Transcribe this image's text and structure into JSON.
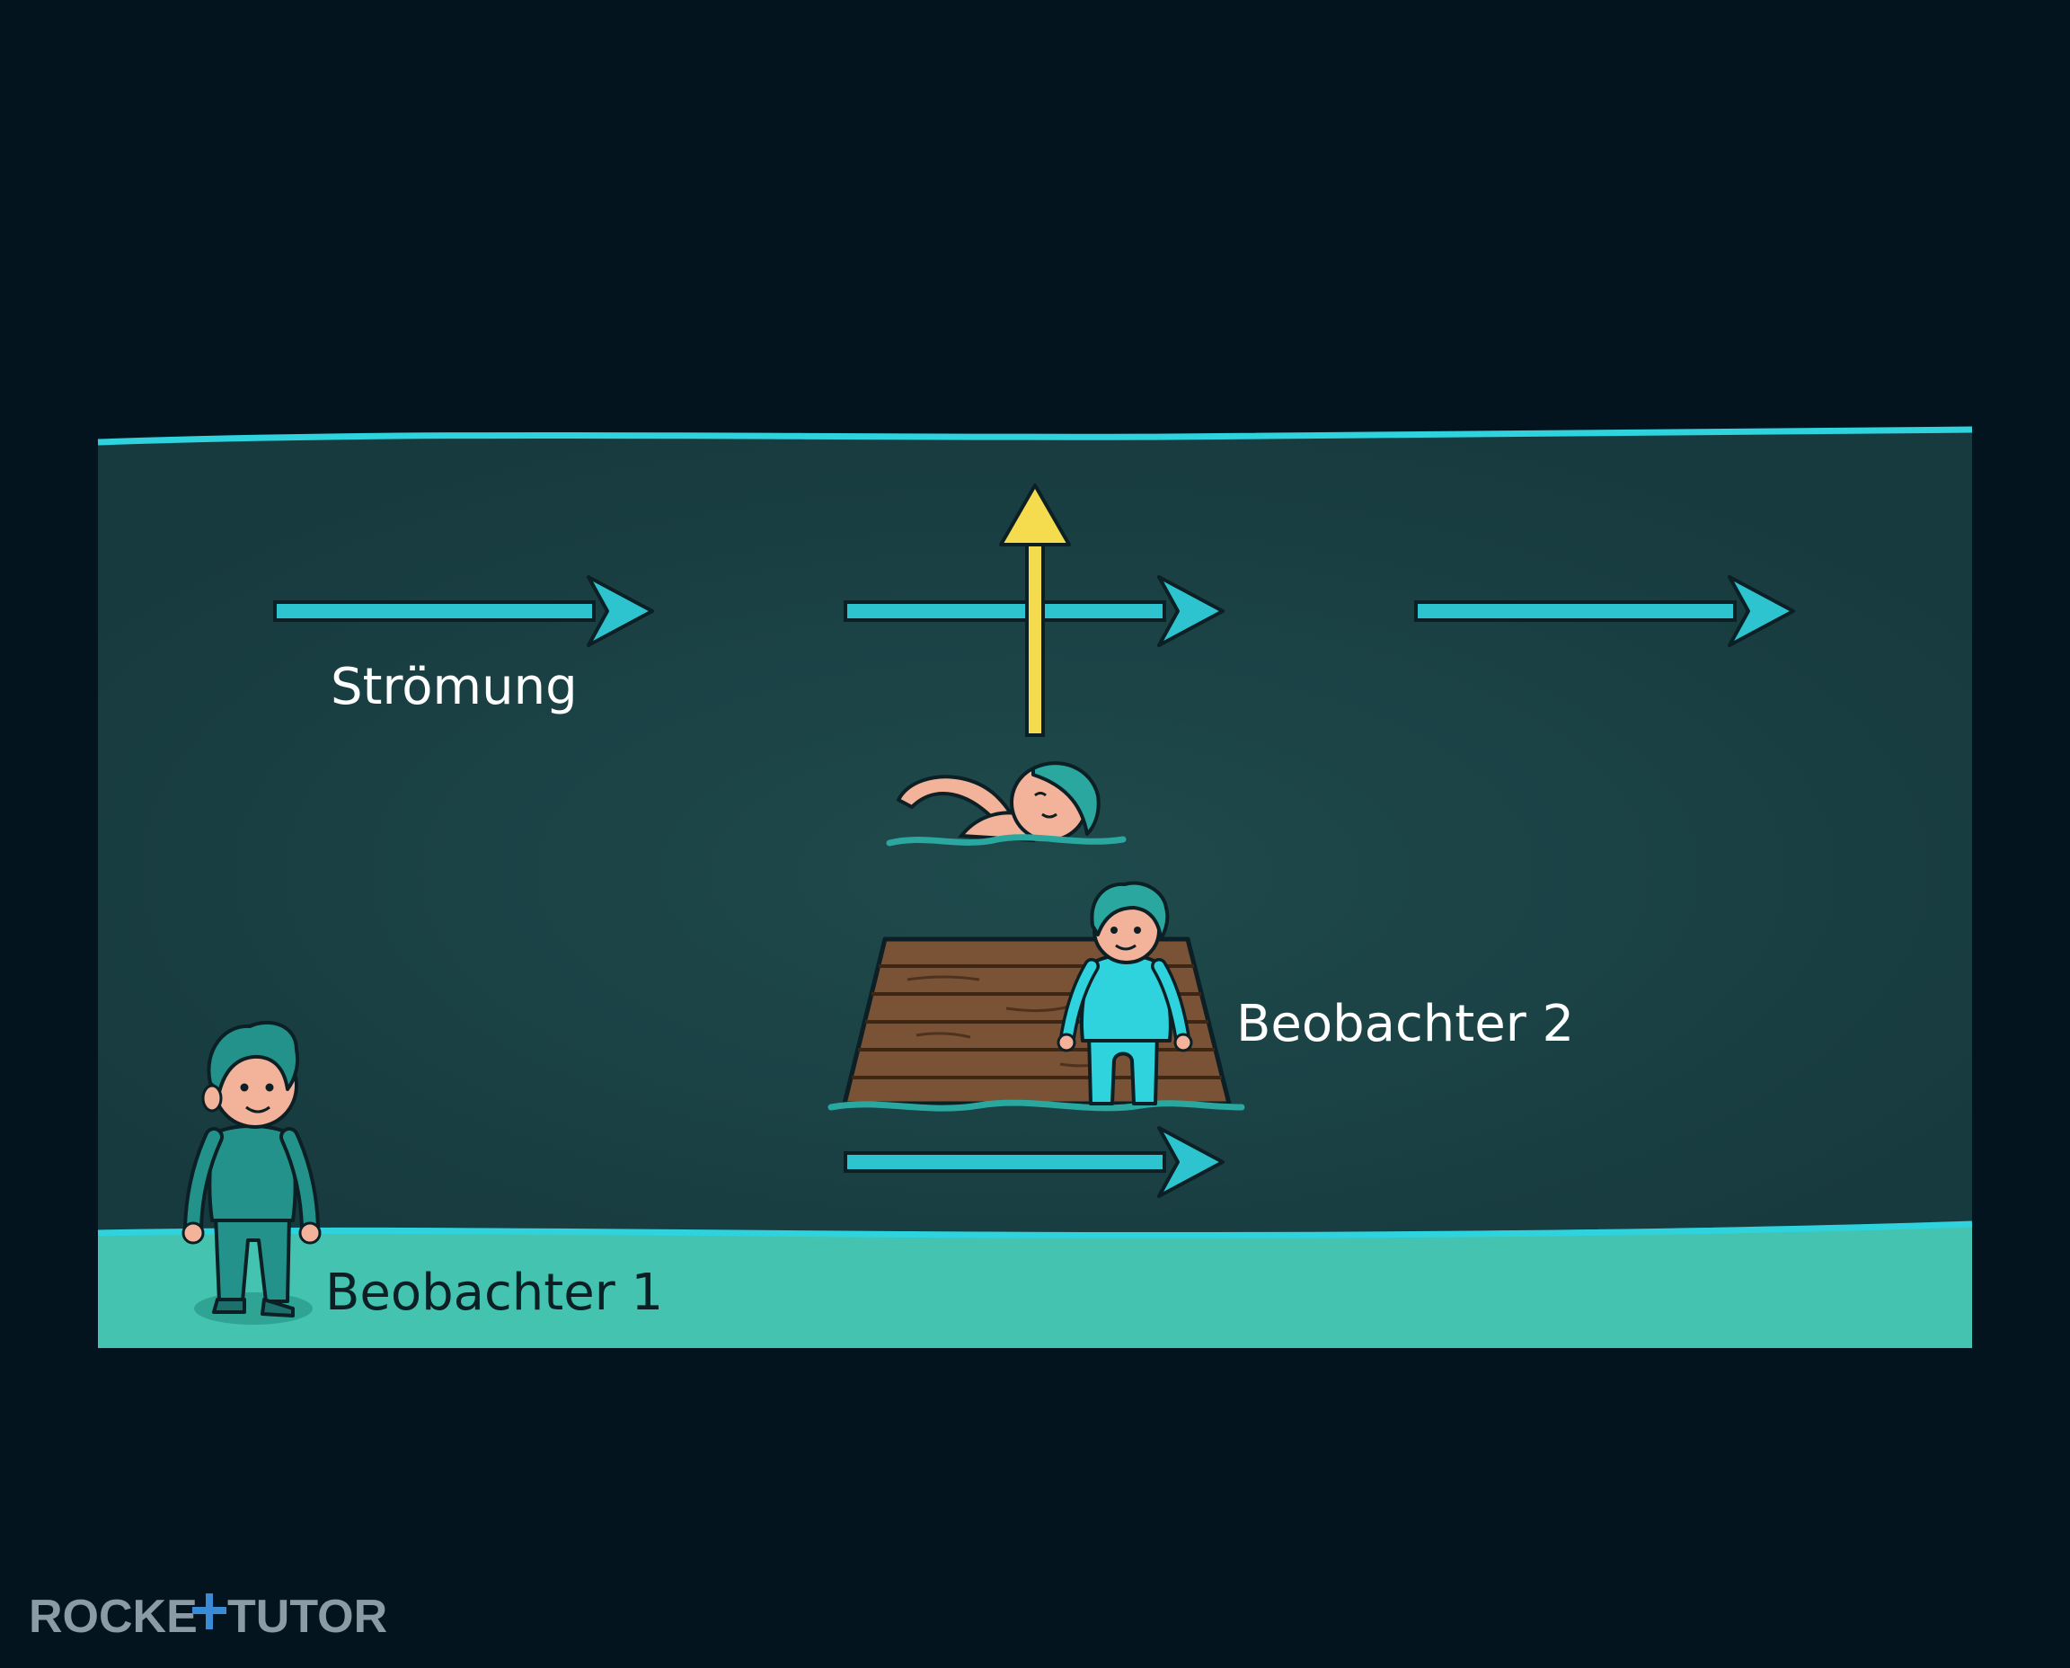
{
  "labels": {
    "current": "Strömung",
    "observer1": "Beobachter 1",
    "observer2": "Beobachter 2"
  },
  "logo": {
    "text_left": "ROCKE",
    "text_right": "TUTOR"
  },
  "icons": {
    "swimmer": "swimmer-icon",
    "observer1": "person-standing-icon",
    "observer2": "person-sitting-icon",
    "raft": "wooden-raft-icon"
  },
  "colors": {
    "background": "#04141f",
    "river": "#1c4447",
    "river_edge": "#2fd3dd",
    "bank": "#44c3b0",
    "current_arrow": "#2ec4cf",
    "swimmer_arrow": "#f4dc4e",
    "raft": "#7a5236",
    "label_light": "#ffffff",
    "label_dark": "#0b1f24"
  }
}
